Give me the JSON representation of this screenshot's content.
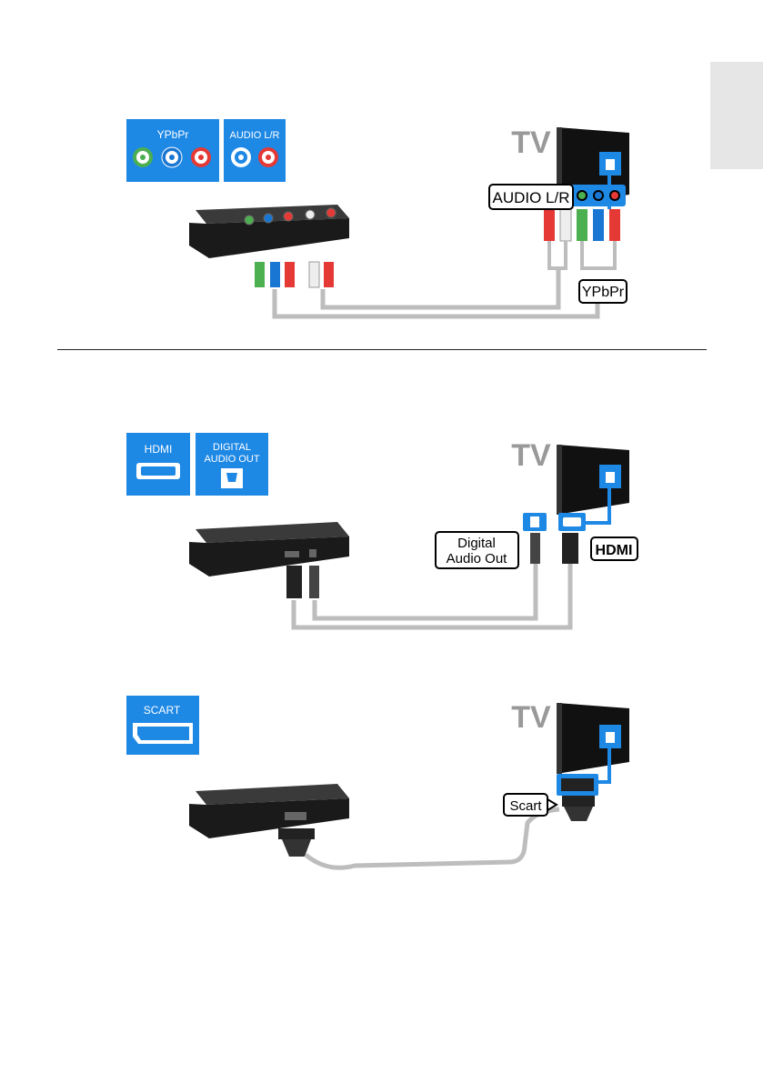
{
  "colors": {
    "badge_blue": "#1e88e5",
    "cable_gray": "#bdbdbd",
    "device_dark": "#1a1a1a"
  },
  "section1": {
    "badge_ypbpr": "YPbPr",
    "badge_audio": "AUDIO L/R",
    "tv_label": "TV",
    "callout_audio": "AUDIO L/R",
    "callout_ypbpr": "YPbPr"
  },
  "section2": {
    "badge_hdmi": "HDMI",
    "badge_digital_line1": "DIGITAL",
    "badge_digital_line2": "AUDIO OUT",
    "tv_label": "TV",
    "callout_digital_line1": "Digital",
    "callout_digital_line2": "Audio Out",
    "callout_hdmi": "HDMI"
  },
  "section3": {
    "badge_scart": "SCART",
    "tv_label": "TV",
    "callout_scart": "Scart"
  }
}
